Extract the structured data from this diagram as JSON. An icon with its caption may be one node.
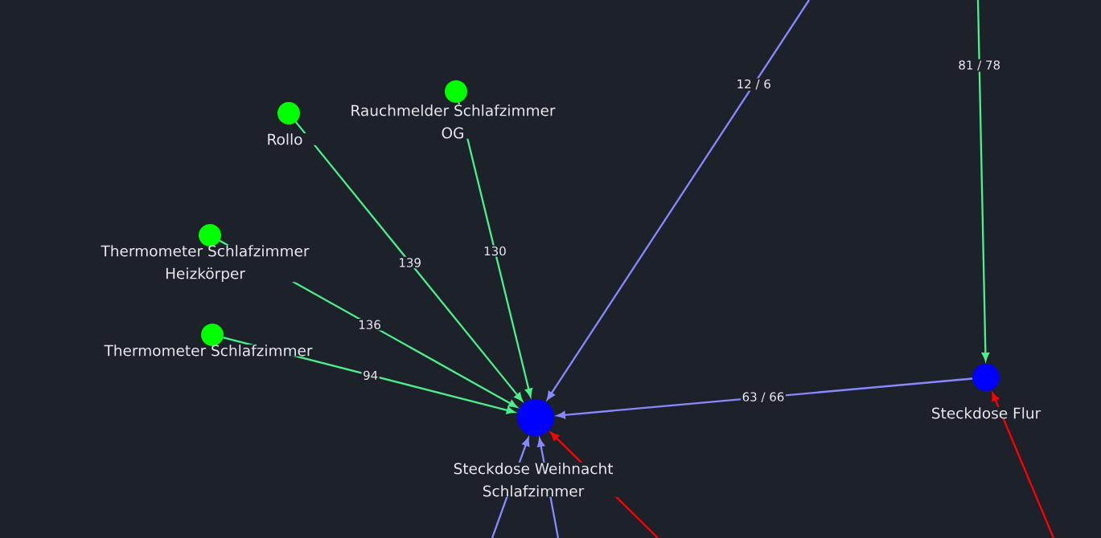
{
  "diagram": {
    "nodes": [
      {
        "text": [
          "Rauchmelder Schlafzimmer OG"
        ]
      },
      {
        "text": [
          "Rollo"
        ]
      },
      {
        "text": [
          "Thermometer Schlafzimmer Heizkörper"
        ]
      },
      {
        "text": [
          "Thermometer Schlafzimmer"
        ]
      },
      {
        "text": [
          "Steckdose Weihnacht Schlafzimmer"
        ]
      },
      {
        "text": [
          "Steckdose Flur"
        ]
      }
    ],
    "edges": [
      {
        "from": 0,
        "to": 4,
        "arrow": "to",
        "label": "130"
      },
      {
        "from": 1,
        "to": 4,
        "arrow": "to",
        "label": "139"
      },
      {
        "from": 2,
        "to": 4,
        "arrow": "to",
        "label": "136"
      },
      {
        "from": 3,
        "to": 4,
        "arrow": "to",
        "label": "94"
      },
      {
        "from": null,
        "to": 4,
        "arrow": "to",
        "label": "12 / 6",
        "color": "#8888ff"
      },
      {
        "from": null,
        "to": 5,
        "arrow": "to",
        "label": "81 / 78"
      },
      {
        "from": 5,
        "to": 4,
        "arrow": "to",
        "label": "63 / 66",
        "color": "#8888ff"
      },
      {
        "from": null,
        "to": 4,
        "arrow": "to",
        "color": "#8888ff"
      },
      {
        "from": null,
        "to": 4,
        "arrow": "to",
        "color": "#8888ff"
      },
      {
        "from": null,
        "to": 4,
        "arrow": "to",
        "color": "#ff0000"
      },
      {
        "from": null,
        "to": 5,
        "arrow": "to",
        "color": "#ff0000"
      }
    ]
  }
}
